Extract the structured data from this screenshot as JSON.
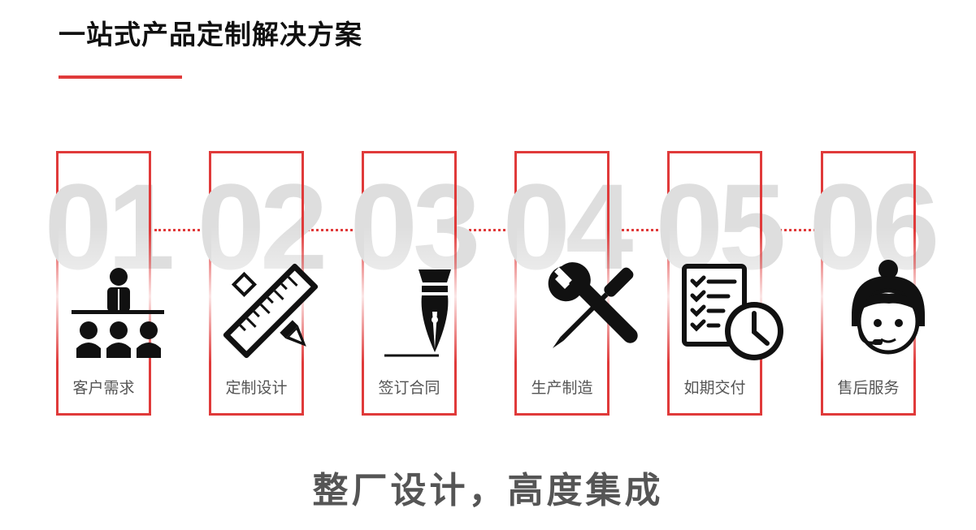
{
  "header": {
    "title": "一站式产品定制解决方案"
  },
  "steps": [
    {
      "number": "01",
      "label": "客户需求",
      "icon": "meeting-audience-icon"
    },
    {
      "number": "02",
      "label": "定制设计",
      "icon": "ruler-pencil-icon"
    },
    {
      "number": "03",
      "label": "签订合同",
      "icon": "fountain-pen-icon"
    },
    {
      "number": "04",
      "label": "生产制造",
      "icon": "wrench-screwdriver-icon"
    },
    {
      "number": "05",
      "label": "如期交付",
      "icon": "checklist-clock-icon"
    },
    {
      "number": "06",
      "label": "售后服务",
      "icon": "customer-service-headset-icon"
    }
  ],
  "slogan": "整厂设计，高度集成",
  "colors": {
    "accent": "#e03a3a",
    "title": "#111111",
    "label": "#555555",
    "number_watermark": "#dedede",
    "icon": "#111111"
  }
}
